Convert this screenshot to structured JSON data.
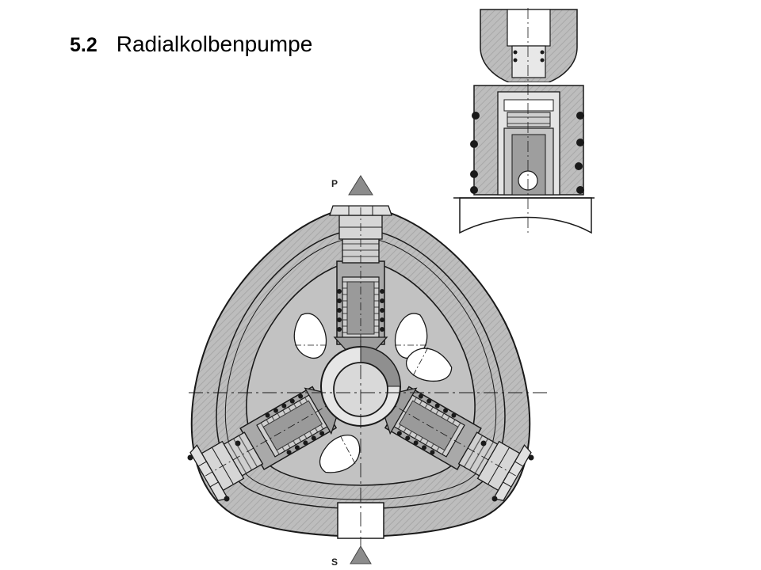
{
  "heading": {
    "number": "5.2",
    "title": "Radialkolbenpumpe"
  },
  "ports": {
    "pressure": "P",
    "suction": "S"
  },
  "colors": {
    "housing": "#b4b4b4",
    "metal": "#d0d0d0",
    "dark_metal": "#8a8a8a",
    "line": "#1a1a1a",
    "arrow": "#909090"
  }
}
